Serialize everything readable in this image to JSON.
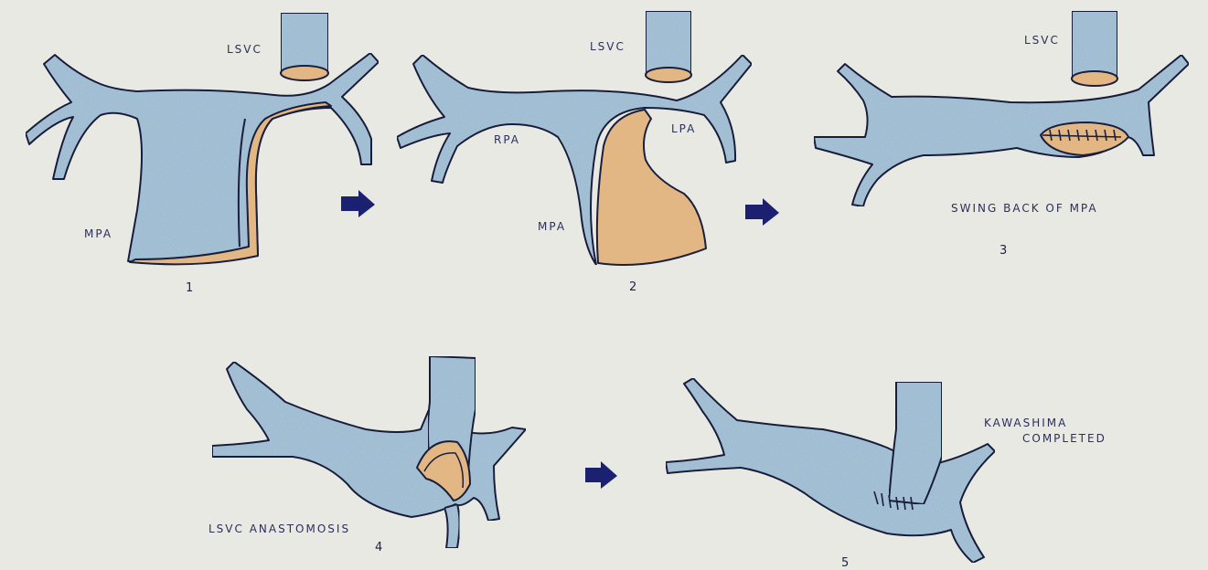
{
  "labels": {
    "lsvc1": "LSVC",
    "lsvc2": "LSVC",
    "lsvc3": "LSVC",
    "rpa": "RPA",
    "lpa": "LPA",
    "mpa1": "MPA",
    "mpa2": "MPA",
    "swing": "SWING  BACK  OF MPA",
    "lsvc_anast": "LSVC  ANASTOMOSIS",
    "kawashima_1": "KAWASHIMA",
    "kawashima_2": "COMPLETED"
  },
  "steps": [
    "1",
    "2",
    "3",
    "4",
    "5"
  ],
  "colors": {
    "vessel_fill": "#a9c6dc",
    "vessel_stroke": "#1a1f3d",
    "tissue_fill": "#e3b783",
    "arrow": "#1b2070",
    "paper": "#e9e9e4"
  },
  "icons": [
    "arrow-right-icon"
  ]
}
